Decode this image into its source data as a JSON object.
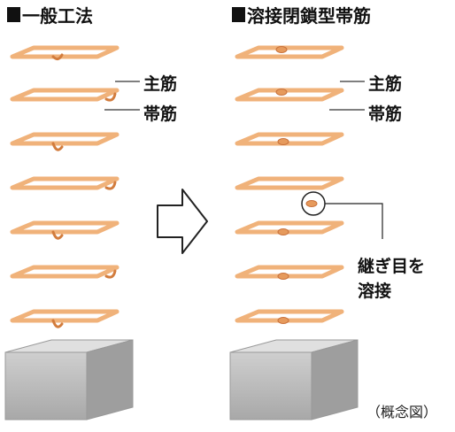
{
  "left": {
    "title": "一般工法",
    "labels": {
      "main_rebar": "主筋",
      "hoop": "帯筋"
    }
  },
  "right": {
    "title": "溶接閉鎖型帯筋",
    "labels": {
      "main_rebar": "主筋",
      "hoop": "帯筋",
      "weld_note_line1": "継ぎ目を",
      "weld_note_line2": "溶接"
    }
  },
  "note": "（概念図）",
  "colors": {
    "hoop": "#f0b27a",
    "hoop_stroke": "#d27c3d",
    "rebar": "#666666",
    "concrete": "#c9c9c9"
  },
  "icons": {
    "arrow": "right-arrow-outline-icon"
  }
}
